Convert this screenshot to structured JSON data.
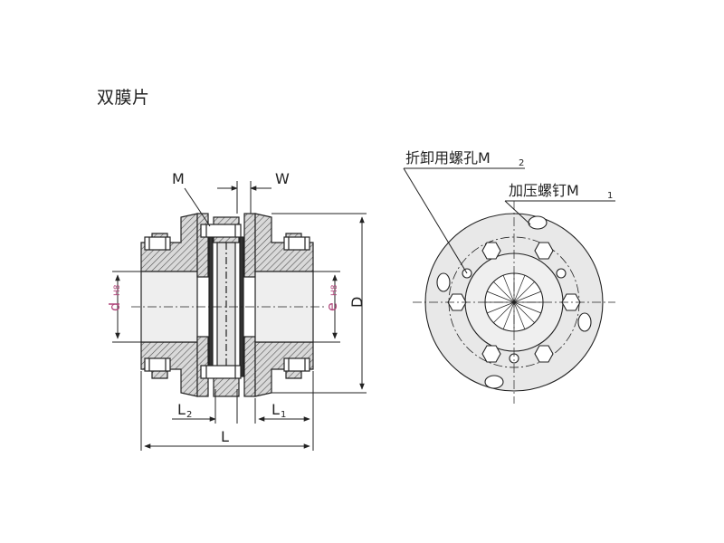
{
  "title": "双膜片",
  "labels": {
    "M": "M",
    "W": "W",
    "D": "D",
    "d": "d",
    "d_sub": "H8",
    "e": "e",
    "e_sub": "H8",
    "L": "L",
    "L1": "L",
    "L1_sub": "1",
    "L2": "L",
    "L2_sub": "2",
    "M2_text": "折卸用螺孔M",
    "M2_sub": "2",
    "M1_text": "加压螺钉M",
    "M1_sub": "1"
  },
  "colors": {
    "line": "#222222",
    "hatch": "#555555",
    "fill_light": "#e6e6e6",
    "fill_mid": "#cfcfcf",
    "dim_accent": "#b0457a"
  }
}
